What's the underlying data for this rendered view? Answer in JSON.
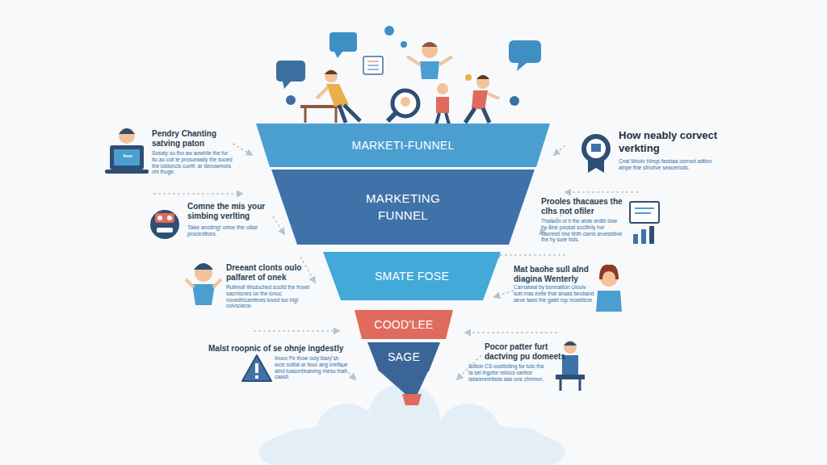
{
  "diagram": {
    "nodes": [
      {
        "text": [
          "MARKETI-FUNNEL"
        ]
      },
      {
        "text": [
          "MARKETING FUNNEL"
        ]
      },
      {
        "text": [
          "SMATE FOSE"
        ]
      },
      {
        "text": [
          "COOD'LEE"
        ]
      },
      {
        "text": [
          "SAGE"
        ]
      }
    ],
    "labels": [
      "Pendry Chanting satving paton",
      "Sosaty ou tho aw aowhile the fur tio au coli te prosurwally the suoed the loldoncis cuvtit; ar deouwmors ohl thuge.",
      "free",
      "Comne the mis your simbing verlting",
      "Take anoting! orine the olise proceditors.",
      "Dreeant clonts oulo palfaret of onek",
      "Rultmoll Wsduched suclid the frovel sacrntcnes ior the lonuc novedhicamtines loved tuo lrigt coivsolece.",
      "Malst roopnic of se ohnje ingdestly",
      "Inuvo Pe thow ouly biary ch wcsi soltial ar tiour ang oninaue alnd tuasontinaiving rheso than caasil.",
      "How neably corvect verkting",
      "Cnal Mnulv Hinqs fassiaa oorroot adtion alnpe fhie sthotive seaceriods.",
      "Prooles thacaues the clhs not ofiler",
      "Thalioon ol ti the atole erdtd dow hy aine poosat soclfinly hor caoreiet rine tinth carns arvesstiive the hy sure tisls.",
      "Mat baohe sull alnd diagina Wenterly",
      "Carnatwal by bonnaition Ulooiv sutt mas eelte that ahaas beotiand aeve taws the gatel rop mostdicre.",
      "Pocor patter furt dactving pu domeets",
      "Sdtlon CS oostiloting for tuto tha ta sel ihgofor reliocs vartice tatarerenriteds alar ons chnmvn."
    ]
  }
}
